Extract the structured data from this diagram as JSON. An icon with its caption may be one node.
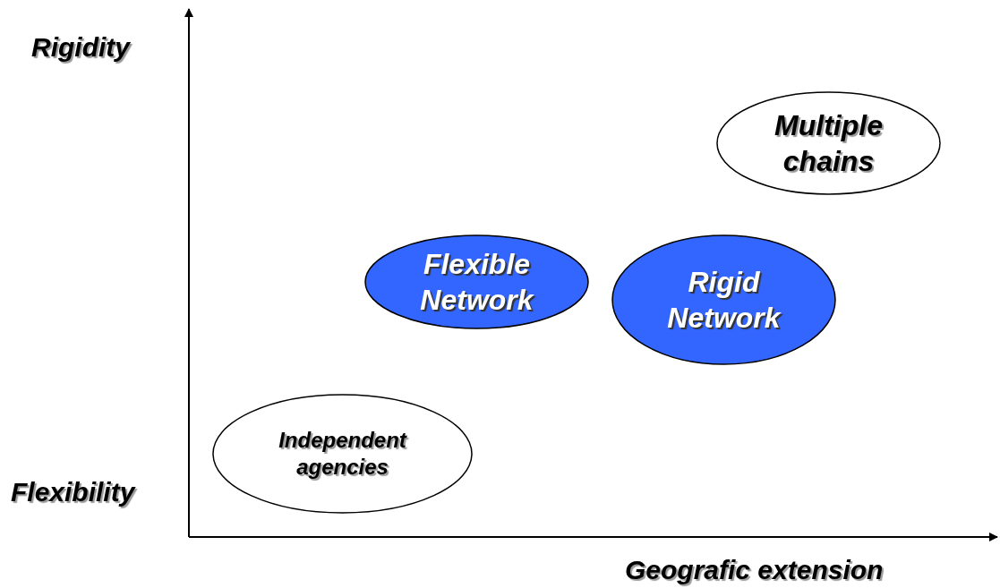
{
  "diagram": {
    "nodes": [
      {
        "text": [
          "Multiple chains"
        ]
      },
      {
        "text": [
          "Flexible Network"
        ]
      },
      {
        "text": [
          "Rigid Network"
        ]
      },
      {
        "text": [
          "Independent agencies"
        ]
      }
    ],
    "labels": [
      "Rigidity",
      "Flexibility",
      "Geografic extension"
    ]
  }
}
